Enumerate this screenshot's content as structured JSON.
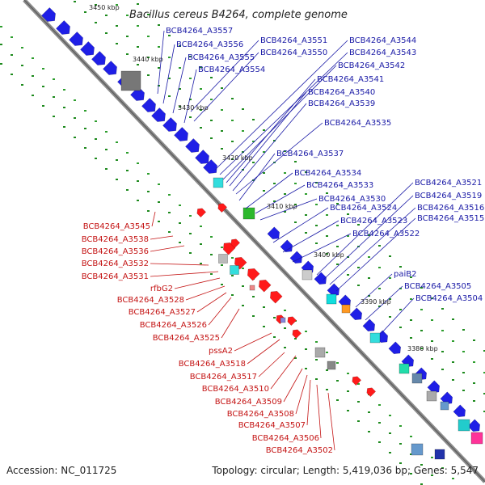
{
  "header": {
    "title": "Bacillus cereus B4264, complete genome"
  },
  "footer": {
    "accession": "Accession: NC_011725",
    "topology": "Topology: circular; Length: 5,419,036 bp; Genes: 5,547"
  },
  "colors": {
    "forward": "#1a1aa6",
    "reverse": "#c41414",
    "gene_blue": "#1f1fe6",
    "gene_red": "#ff1a1a",
    "backbone": "#7a7a7a",
    "tick": "#1e8a1e"
  },
  "ticks": [
    "3450 kbp",
    "3440 kbp",
    "3430 kbp",
    "3420 kbp",
    "3410 kbp",
    "3400 kbp",
    "3390 kbp",
    "3380 kbp"
  ],
  "forward_labels": [
    "BCB4264_A3557",
    "BCB4264_A3556",
    "BCB4264_A3555",
    "BCB4264_A3554",
    "BCB4264_A3551",
    "BCB4264_A3550",
    "BCB4264_A3544",
    "BCB4264_A3543",
    "BCB4264_A3542",
    "BCB4264_A3541",
    "BCB4264_A3540",
    "BCB4264_A3539",
    "BCB4264_A3535",
    "BCB4264_A3537",
    "BCB4264_A3534",
    "BCB4264_A3533",
    "BCB4264_A3530",
    "BCB4264_A3524",
    "BCB4264_A3523",
    "BCB4264_A3522",
    "BCB4264_A3521",
    "BCB4264_A3519",
    "BCB4264_A3516",
    "BCB4264_A3515",
    "paiB2",
    "BCB4264_A3505",
    "BCB4264_A3504"
  ],
  "reverse_labels": [
    "BCB4264_A3545",
    "BCB4264_A3538",
    "BCB4264_A3536",
    "BCB4264_A3532",
    "BCB4264_A3531",
    "rfbG2",
    "BCB4264_A3528",
    "BCB4264_A3527",
    "BCB4264_A3526",
    "BCB4264_A3525",
    "pssA2",
    "BCB4264_A3518",
    "BCB4264_A3517",
    "BCB4264_A3510",
    "BCB4264_A3509",
    "BCB4264_A3508",
    "BCB4264_A3507",
    "BCB4264_A3506",
    "BCB4264_A3502"
  ]
}
